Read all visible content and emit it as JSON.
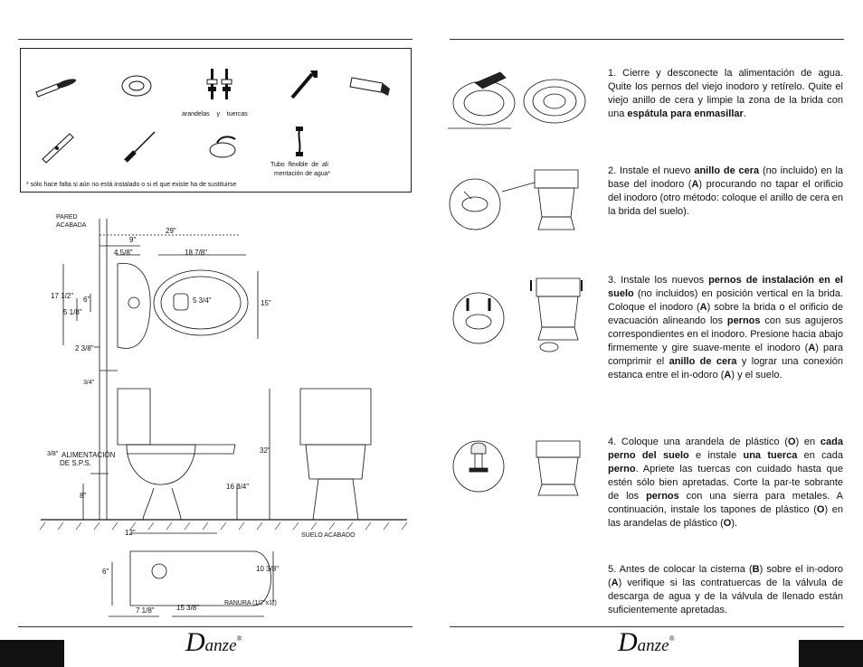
{
  "tools": {
    "washers_nuts_label": "arandelas    y    tuercas",
    "flex_supply_label_1": "Tubo  flexible  de  ali",
    "flex_supply_label_2": "mentación de agua*",
    "footnote": "* sólo hace falta si aún no está instalado o si el que existe ha de sustituirse"
  },
  "drawing": {
    "finished_wall_1": "PARED",
    "finished_wall_2": "ACABADA",
    "dim_29": "29\"",
    "dim_9": "9\"",
    "dim_4_5_8": "4 5/8\"",
    "dim_18_7_8": "18 7/8\"",
    "dim_17_1_2": "17 1/2\"",
    "dim_6_top": "6\"",
    "dim_5_1_8": "5 1/8\"",
    "dim_5_3_4": "5 3/4\"",
    "dim_15": "15\"",
    "dim_2_3_8": "2 3/8\"",
    "dim_3_4": "3/4\"",
    "dim_32": "32\"",
    "supply_3_8": "3/8\"",
    "supply_label_1": "ALIMENTACIÓN",
    "supply_label_2": "DE S.P.S.",
    "dim_16_3_4": "16 3/4\"",
    "dim_8": "8\"",
    "dim_12": "12\"",
    "finished_floor": "SUELO ACABADO",
    "dim_6_bottom": "6\"",
    "dim_10_3_8": "10 3/8\"",
    "slot_label": "RANURA (1/2\"x1\")",
    "dim_7_1_8": "7 1/8\"",
    "dim_15_3_8": "15 3/8\""
  },
  "steps": [
    {
      "id": "step-1",
      "html": "1. Cierre y desconecte la alimentación de agua. Quite los pernos del viejo inodoro y retírelo. Quite el viejo anillo de cera y limpie la zona de la brida con una <b>espátula para enmasillar</b>."
    },
    {
      "id": "step-2",
      "html": "2. Instale el nuevo <b>anillo de cera</b> (no incluido) en la base del inodoro (<b>A</b>) procurando no tapar el orificio del inodoro (otro método: coloque el anillo de cera en la brida del suelo)."
    },
    {
      "id": "step-3",
      "html": "3. Instale los nuevos <b>pernos de instalación en el suelo</b> (no incluidos) en posición vertical en la brida. Coloque el inodoro (<b>A</b>) sobre la brida o el orificio de evacuación alineando los <b>pernos</b> con sus agujeros correspondientes en el inodoro. Presione hacia abajo firmemente y gire suave-mente el inodoro (<b>A</b>) para comprimir el <b>anillo de cera</b> y lograr una conexión estanca entre el in-odoro (<b>A</b>) y el suelo."
    },
    {
      "id": "step-4",
      "html": "4. Coloque una arandela de plástico (<b>O</b>) en <b>cada perno del suelo</b> e instale <b>una tuerca</b> en cada <b>perno</b>. Apriete las tuercas con cuidado hasta que estén sólo bien apretadas. Corte la par-te sobrante de los <b>pernos</b> con una sierra para metales. A continuación, instale los tapones de plástico (<b>O</b>) en las arandelas de plástico (<b>O</b>)."
    },
    {
      "id": "step-5",
      "html": "5. Antes de colocar la cisterna (<b>B</b>) sobre el in-odoro (<b>A</b>) verifique si las contratuercas de la válvula de descarga de agua y de la válvula de llenado están suficientemente apretadas."
    }
  ],
  "logo": {
    "initial": "D",
    "rest": "anze",
    "mark": "®"
  }
}
